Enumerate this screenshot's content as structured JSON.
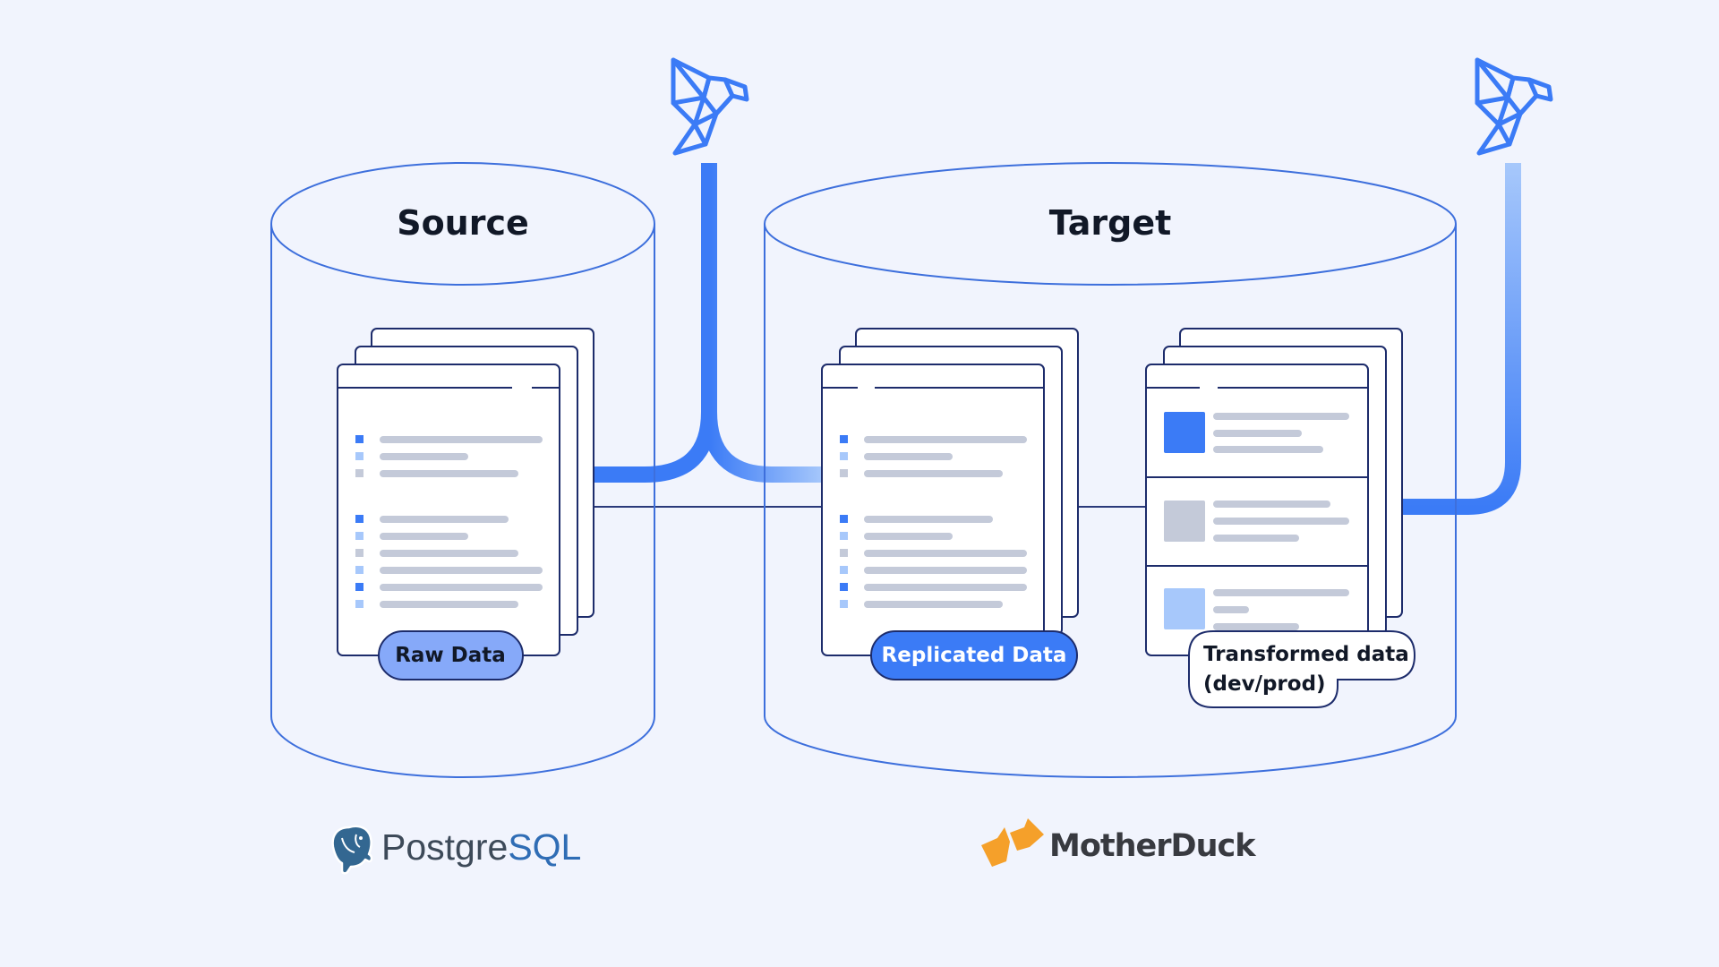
{
  "source": {
    "title": "Source",
    "pill_label": "Raw Data",
    "logo_text_primary": "Postgre",
    "logo_text_secondary": "SQL"
  },
  "target": {
    "title": "Target",
    "replicated_label": "Replicated Data",
    "transformed_label_line1": "Transformed data",
    "transformed_label_line2": "(dev/prod)",
    "logo_text": "MotherDuck"
  },
  "icons": {
    "pipeline_bird_left": "origami-bird-icon",
    "pipeline_bird_right": "origami-bird-icon",
    "source_logo": "postgresql-elephant-icon",
    "target_logo": "motherduck-feet-icon"
  },
  "colors": {
    "background": "#f1f4fd",
    "cylinder_stroke": "#3d6fdc",
    "accent_blue": "#3b7bf6",
    "light_blue": "#a7c8fb",
    "navy_outline": "#1d2c6b",
    "gray_line": "#c4cad9",
    "motherduck_orange": "#f5a02a"
  }
}
